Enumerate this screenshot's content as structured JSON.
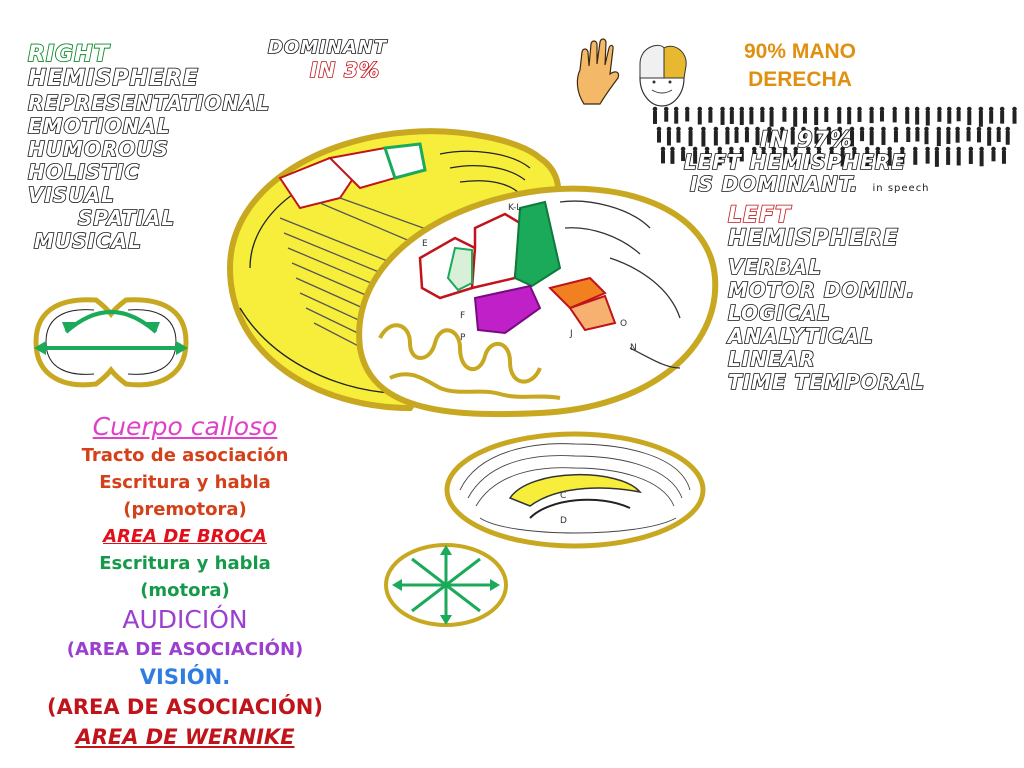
{
  "right_hemisphere": {
    "title_line1": "RIGHT",
    "title_line2": "HEMISPHERE",
    "traits": [
      "REPRESENTATIONAL",
      "EMOTIONAL",
      "HUMOROUS",
      "HOLISTIC",
      "VISUAL",
      "SPATIAL",
      "MUSICAL"
    ]
  },
  "dominance": {
    "line1": "DOMINANT",
    "line2": "IN 3%"
  },
  "hand_note": {
    "line1": "90% MANO",
    "line2": "DERECHA"
  },
  "population_note": {
    "line1": "IN 97%",
    "line2": "LEFT HEMISPHERE",
    "line3": "IS DOMINANT.",
    "suffix": "in speech"
  },
  "left_hemisphere": {
    "title_line1": "LEFT",
    "title_line2": "HEMISPHERE",
    "traits": [
      "VERBAL",
      "MOTOR DOMIN.",
      "LOGICAL",
      "ANALYTICAL",
      "LINEAR",
      "TIME TEMPORAL"
    ]
  },
  "legend": [
    {
      "text": "Cuerpo calloso",
      "color": "#e040c8",
      "style": "title"
    },
    {
      "text": "Tracto de asociación",
      "color": "#d4401a"
    },
    {
      "text": "Escritura y habla",
      "color": "#d4401a"
    },
    {
      "text": "(premotora)",
      "color": "#d4401a"
    },
    {
      "text": "AREA DE BROCA",
      "color": "#e0101a",
      "style": "underline-italic"
    },
    {
      "text": "Escritura y habla",
      "color": "#159a4a"
    },
    {
      "text": "(motora)",
      "color": "#159a4a"
    },
    {
      "text": "AUDICIÓN",
      "color": "#9b3fcf",
      "style": "big"
    },
    {
      "text": "(AREA DE ASOCIACIÓN)",
      "color": "#9b3fcf"
    },
    {
      "text": "VISIÓN.",
      "color": "#2f7de0",
      "style": "mid"
    },
    {
      "text": "(AREA DE ASOCIACIÓN)",
      "color": "#c0141a",
      "style": "mid"
    },
    {
      "text": "AREA DE WERNIKE",
      "color": "#c0141a",
      "style": "underline-italic-mid"
    }
  ],
  "colors": {
    "yellow_fill": "#f7ee3c",
    "outline": "#c8a820",
    "green_region": "#1aaa5a",
    "magenta_region": "#c020c8",
    "orange_region": "#f08020",
    "red_region": "#c0141a"
  }
}
